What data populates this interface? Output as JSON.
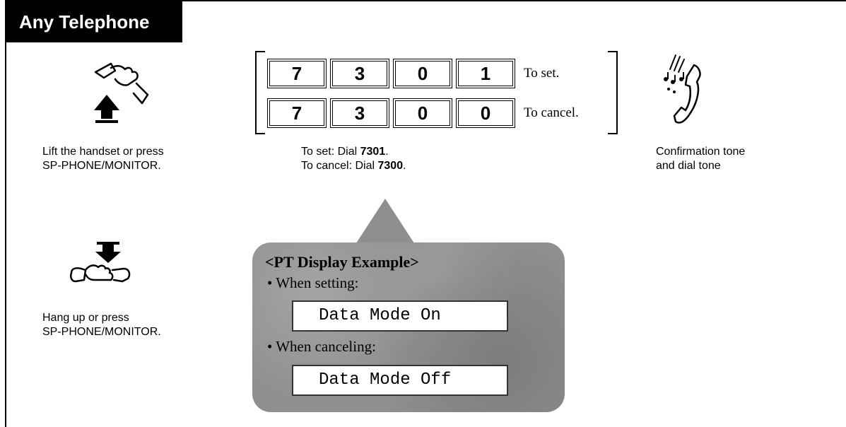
{
  "header": {
    "title": "Any Telephone"
  },
  "step1": {
    "icon": "handset-lift-icon",
    "caption_line1": "Lift the handset or press",
    "caption_line2": "SP-PHONE/MONITOR."
  },
  "step2": {
    "rows": [
      {
        "keys": [
          "7",
          "3",
          "0",
          "1"
        ],
        "label": "To set."
      },
      {
        "keys": [
          "7",
          "3",
          "0",
          "0"
        ],
        "label": "To cancel."
      }
    ],
    "caption_set_prefix": "To set: Dial ",
    "caption_set_code": "7301",
    "caption_set_suffix": ".",
    "caption_cancel_prefix": "To cancel: Dial ",
    "caption_cancel_code": "7300",
    "caption_cancel_suffix": "."
  },
  "step3": {
    "icon": "ringing-handset-icon",
    "caption_line1": "Confirmation tone",
    "caption_line2": "and dial tone"
  },
  "step4": {
    "icon": "handset-hangup-icon",
    "caption_line1": "Hang up or press",
    "caption_line2": "SP-PHONE/MONITOR."
  },
  "display_example": {
    "title": "<PT Display Example>",
    "setting_label": "• When setting:",
    "setting_display": "Data Mode On",
    "canceling_label": "• When canceling:",
    "canceling_display": "Data Mode Off"
  }
}
